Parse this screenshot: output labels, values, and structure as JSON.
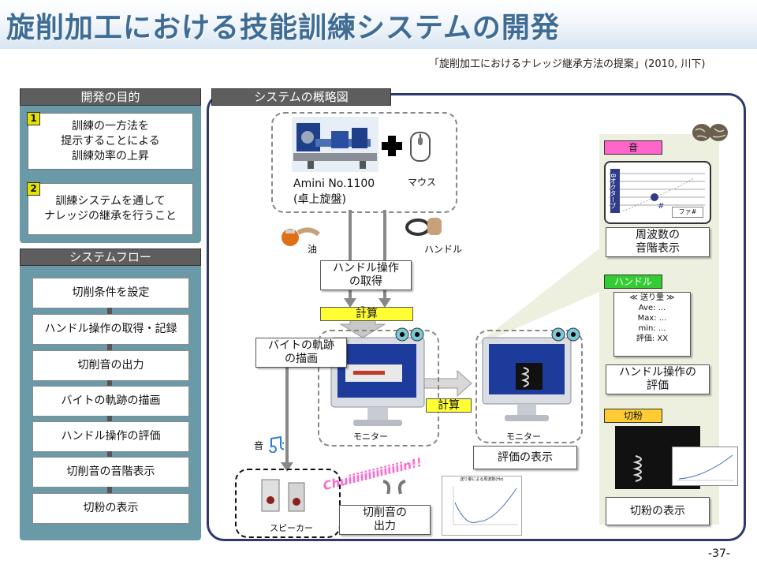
{
  "header": {
    "title": "旋削加工における技能訓練システムの開発",
    "citation": "「旋削加工におけるナレッジ継承方法の提案」(2010, 川下)"
  },
  "goals": {
    "heading": "開発の目的",
    "items": [
      {
        "num": "1",
        "line1": "訓練の一方法を",
        "line2": "提示することによる",
        "line3": "訓練効率の上昇"
      },
      {
        "num": "2",
        "line1": "訓練システムを通して",
        "line2": "ナレッジの継承を行うこと"
      }
    ]
  },
  "flow": {
    "heading": "システムフロー",
    "steps": [
      "切削条件を設定",
      "ハンドル操作の取得・記録",
      "切削音の出力",
      "バイトの軌跡の描画",
      "ハンドル操作の評価",
      "切削音の音階表示",
      "切粉の表示"
    ]
  },
  "overview": {
    "heading": "システムの概略図",
    "lathe_line1": "Amini No.1100",
    "lathe_line2": "(卓上旋盤)",
    "mouse": "マウス",
    "oil": "油",
    "handle": "ハンドル",
    "handle_acquire_1": "ハンドル操作",
    "handle_acquire_2": "の取得",
    "calc1": "計算",
    "calc2": "計算",
    "trace_1": "バイトの軌跡",
    "trace_2": "の描画",
    "monitor1": "モニター",
    "monitor2": "モニター",
    "eval_display": "評価の表示",
    "sound": "音",
    "speaker": "スピーカー",
    "chui": "Chuiiiiiiiiiiiiiin!!",
    "cut_sound_1": "切削音の",
    "cut_sound_2": "出力",
    "graph_title": "送り量による周波数(Hz)"
  },
  "side_panel": {
    "sound_tag": "音",
    "octave": "8オクターブ",
    "note": "ファ#",
    "sharp": "#",
    "freq_1": "周波数の",
    "freq_2": "音階表示",
    "handle_tag": "ハンドル",
    "feed_title": "≪ 送り量 ≫",
    "ave": "Ave: ...",
    "max": "Max: ...",
    "min": "min: ...",
    "score": "評価: XX",
    "handle_eval_1": "ハンドル操作の",
    "handle_eval_2": "評価",
    "chips_tag": "切粉",
    "chips_display": "切粉の表示"
  },
  "page": {
    "number": "-37-"
  },
  "colors": {
    "title": "#3e6c95",
    "panel": "#6a9aa8",
    "frame": "#2c3a6b",
    "tag_yellow": "#ffff33",
    "tag_pink": "#ff66cc",
    "tag_green": "#33cc33",
    "tag_orange": "#ffcc33"
  }
}
